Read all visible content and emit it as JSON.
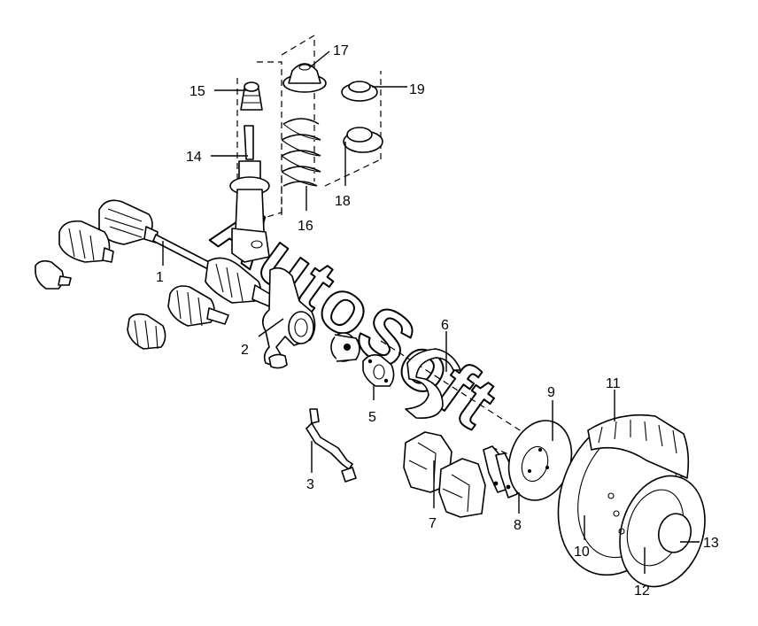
{
  "diagram": {
    "watermark": "AutoSoft",
    "callouts": [
      "1",
      "2",
      "3",
      "5",
      "6",
      "7",
      "8",
      "9",
      "10",
      "11",
      "12",
      "13",
      "14",
      "15",
      "16",
      "17",
      "18",
      "19"
    ]
  }
}
